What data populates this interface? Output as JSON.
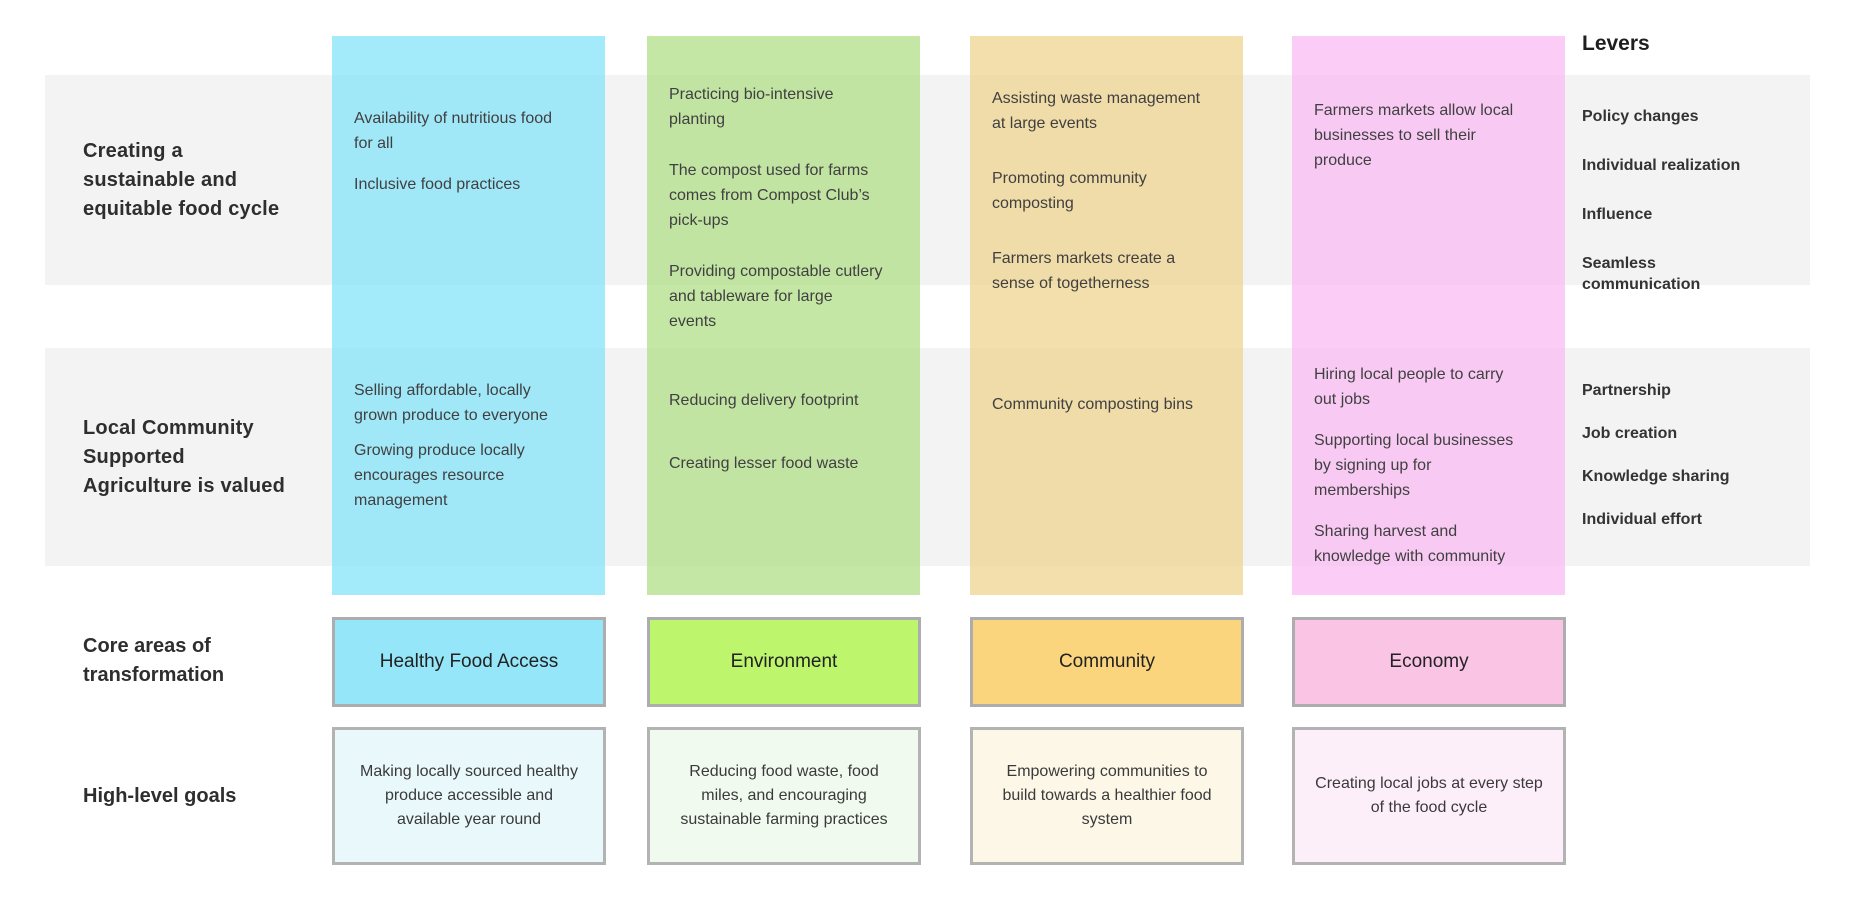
{
  "colors": {
    "page_background": "#ffffff",
    "row_band": "#f3f3f3",
    "box_border": "#adadad",
    "heading_text": "#2e2e2e",
    "body_text": "#404040"
  },
  "impact_rows": [
    {
      "label": "Creating a sustainable and equitable food cycle"
    },
    {
      "label": "Local Community Supported Agriculture is valued"
    }
  ],
  "columns": [
    {
      "core_label": "Healthy Food Access",
      "band_color": "rgba(127,226,248,0.72)",
      "core_color": "#95e6f8",
      "goal_color": "#e8f8fb",
      "row1_items": [
        "Availability of nutritious food for all",
        "Inclusive food practices"
      ],
      "row2_items": [
        "Selling affordable, locally grown produce to everyone",
        "Growing produce locally encourages resource management"
      ],
      "goal": "Making locally sourced healthy produce accessible and available year round"
    },
    {
      "core_label": "Environment",
      "band_color": "rgba(175,222,132,0.72)",
      "core_color": "#bdf56d",
      "goal_color": "#f0faee",
      "row1_items": [
        "Practicing bio-intensive planting",
        "The compost used for farms comes from Compost Club’s pick-ups",
        "Providing compostable cutlery and tableware for large events"
      ],
      "row2_items": [
        "Reducing delivery footprint",
        "Creating lesser food waste"
      ],
      "goal": "Reducing food waste, food miles, and encouraging sustainable farming practices"
    },
    {
      "core_label": "Community",
      "band_color": "rgba(238,210,138,0.72)",
      "core_color": "#fbd57e",
      "goal_color": "#fdf7e8",
      "row1_items": [
        "Assisting waste management at large events",
        "Promoting community composting",
        "Farmers markets create a sense of togetherness"
      ],
      "row2_items": [
        "Community composting bins"
      ],
      "goal": "Empowering communities to build towards a healthier food system"
    },
    {
      "core_label": "Economy",
      "band_color": "rgba(250,186,242,0.72)",
      "core_color": "#fac4e5",
      "goal_color": "#fdeffa",
      "row1_items": [
        "Farmers markets allow local businesses to sell their produce"
      ],
      "row2_items": [
        "Hiring local people to carry out jobs",
        "Supporting local businesses by signing up for memberships",
        "Sharing harvest and knowledge with community"
      ],
      "goal": "Creating local jobs at every step of the food cycle"
    }
  ],
  "levers": {
    "title": "Levers",
    "row1_items": [
      "Policy changes",
      "Individual realization",
      "Influence",
      "Seamless communication"
    ],
    "row2_items": [
      "Partnership",
      "Job creation",
      "Knowledge sharing",
      "Individual effort"
    ]
  },
  "side_labels": {
    "core_areas": "Core areas of transformation",
    "high_level_goals": "High-level goals"
  }
}
